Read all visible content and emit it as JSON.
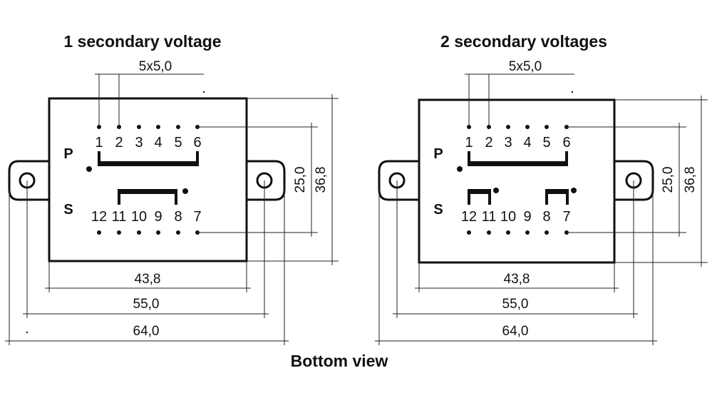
{
  "left": {
    "title": "1 secondary voltage",
    "pitch": "5x5,0",
    "primary_label": "P",
    "secondary_label": "S",
    "top_pins": [
      "1",
      "2",
      "3",
      "4",
      "5",
      "6"
    ],
    "bottom_pins": [
      "12",
      "11",
      "10",
      "9",
      "8",
      "7"
    ],
    "dim_height_inner": "25,0",
    "dim_height_outer": "36,8",
    "dim_width_body": "43,8",
    "dim_width_holes": "55,0",
    "dim_width_total": "64,0"
  },
  "right": {
    "title": "2 secondary voltages",
    "pitch": "5x5,0",
    "primary_label": "P",
    "secondary_label": "S",
    "top_pins": [
      "1",
      "2",
      "3",
      "4",
      "5",
      "6"
    ],
    "bottom_pins": [
      "12",
      "11",
      "10",
      "9",
      "8",
      "7"
    ],
    "dim_height_inner": "25,0",
    "dim_height_outer": "36,8",
    "dim_width_body": "43,8",
    "dim_width_holes": "55,0",
    "dim_width_total": "64,0"
  },
  "caption": "Bottom view"
}
